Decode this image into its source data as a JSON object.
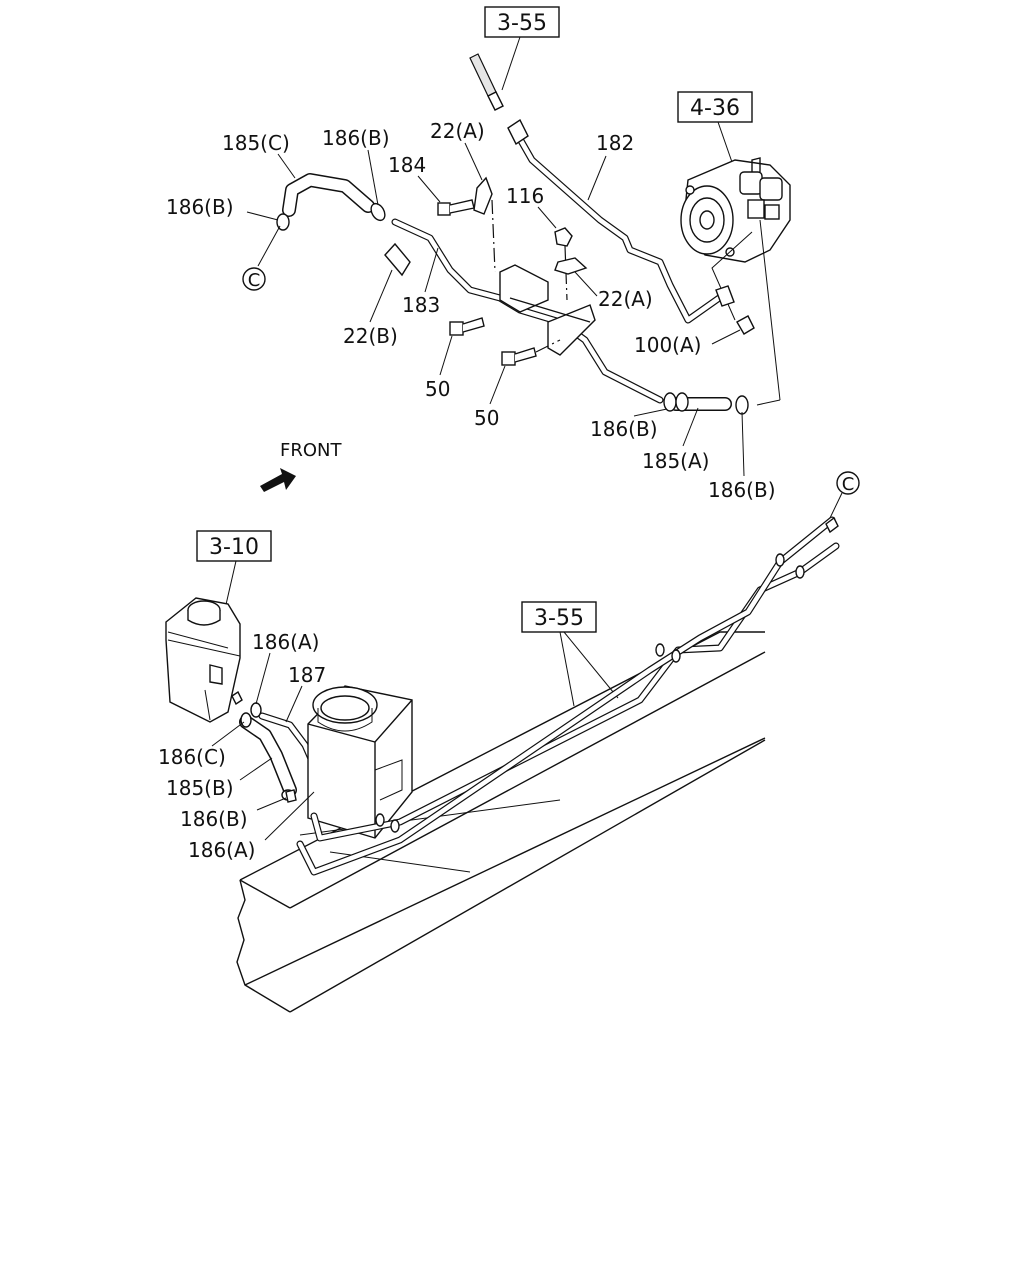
{
  "refs": {
    "r355_top": "3-55",
    "r436": "4-36",
    "r310": "3-10",
    "r355_bottom": "3-55"
  },
  "labels": {
    "l185c": "185(C)",
    "l186b_1": "186(B)",
    "l186b_2": "186(B)",
    "l22a_1": "22(A)",
    "l184": "184",
    "l182": "182",
    "l116": "116",
    "l22a_2": "22(A)",
    "l183": "183",
    "l22b": "22(B)",
    "l50_1": "50",
    "l50_2": "50",
    "l100a": "100(A)",
    "l186b_3": "186(B)",
    "l185a": "185(A)",
    "l186b_4": "186(B)",
    "l186a_1": "186(A)",
    "l187": "187",
    "l186c": "186(C)",
    "l185b": "185(B)",
    "l186b_5": "186(B)",
    "l186a_2": "186(A)"
  },
  "markers": {
    "c_left": "C",
    "c_right": "C"
  },
  "front": {
    "label": "FRONT"
  },
  "colors": {
    "ink": "#111111",
    "paper": "#ffffff"
  }
}
